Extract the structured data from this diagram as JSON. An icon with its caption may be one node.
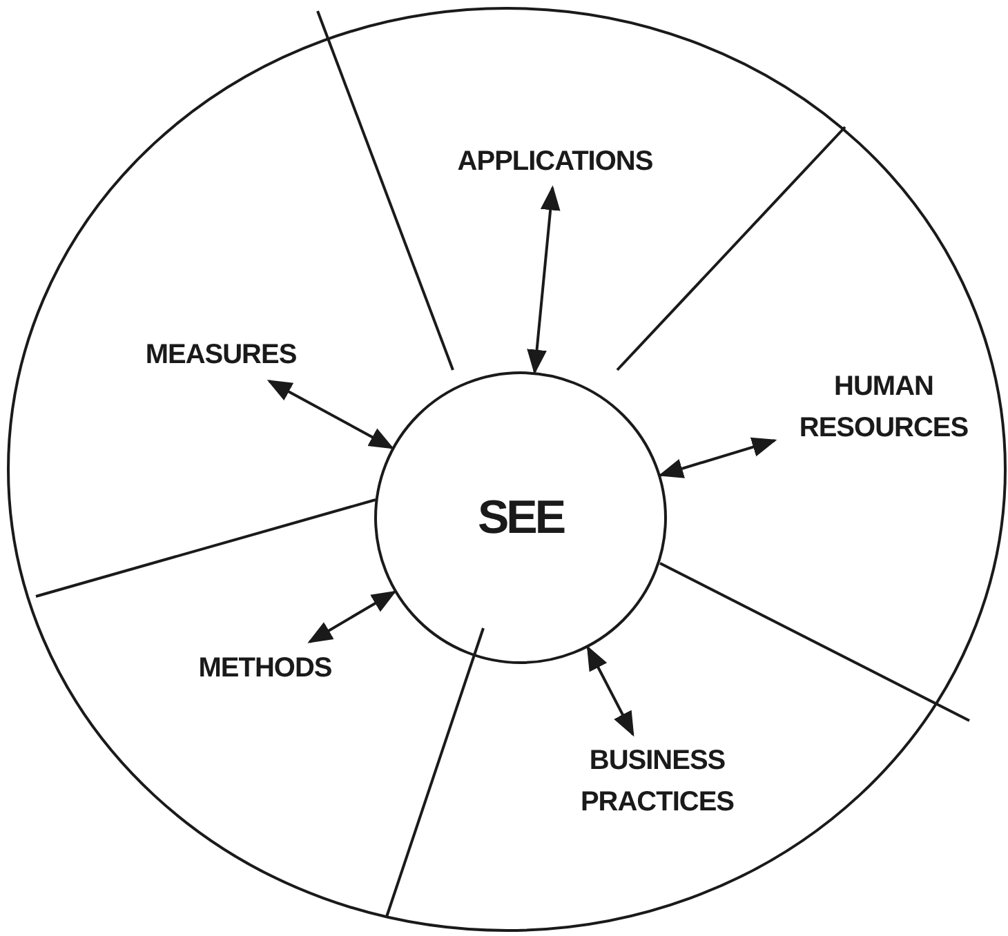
{
  "diagram": {
    "nodes": [
      {
        "text": [
          "APPLICATIONS"
        ]
      },
      {
        "text": [
          "MEASURES"
        ]
      },
      {
        "text": [
          "HUMAN RESOURCES"
        ]
      },
      {
        "text": [
          "SEE"
        ]
      },
      {
        "text": [
          "METHODS"
        ]
      },
      {
        "text": [
          "BUSINESS PRACTICES"
        ]
      }
    ],
    "edges": [
      {
        "from": 3,
        "to": 0,
        "arrow": "both"
      },
      {
        "from": 3,
        "to": 1,
        "arrow": "both"
      },
      {
        "from": 3,
        "to": 2,
        "arrow": "both"
      },
      {
        "from": 3,
        "to": 4,
        "arrow": "both"
      },
      {
        "from": 3,
        "to": 5,
        "arrow": "both"
      }
    ]
  }
}
